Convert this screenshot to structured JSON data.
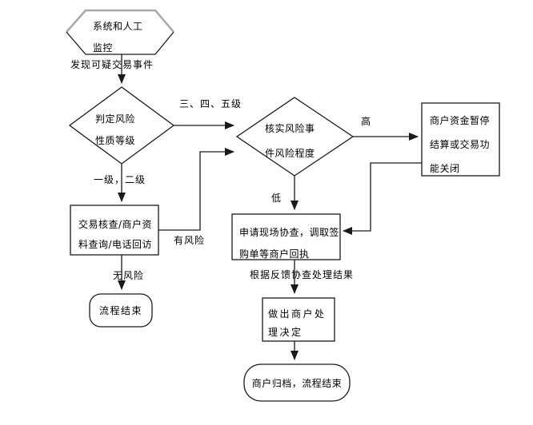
{
  "diagram": {
    "colors": {
      "background": "#ffffff",
      "line": "#1a1a1a",
      "hexagon_top_edge": "#a8a8a8",
      "text": "#000000",
      "shape_fill": "#ffffff"
    },
    "nodes": {
      "monitor": {
        "type": "hexagon",
        "lines": [
          "系统和人工",
          "监控"
        ]
      },
      "judge": {
        "type": "diamond",
        "lines": [
          "判定风险",
          "性质等级"
        ]
      },
      "verify": {
        "type": "diamond",
        "lines": [
          "核实风险事",
          "件风险程度"
        ]
      },
      "suspend": {
        "type": "process",
        "lines": [
          "商户资金暂停",
          "结算或交易功",
          "能关闭"
        ]
      },
      "check": {
        "type": "process",
        "lines": [
          "交易核查/商户资",
          "料查询/电话回访"
        ]
      },
      "onsite": {
        "type": "process",
        "lines": [
          "申请现场协查，调取签",
          "购单等商户回执"
        ]
      },
      "decision": {
        "type": "process",
        "lines": [
          "做出商户处",
          "理决定"
        ]
      },
      "end_left": {
        "type": "terminal",
        "label": "流程结束"
      },
      "end_bottom": {
        "type": "terminal",
        "label": "商户归档，流程结束"
      }
    },
    "edge_labels": {
      "detect": "发现可疑交易事件",
      "level_345": "三、四、五级",
      "level_12": "一级，二级",
      "high": "高",
      "low": "低",
      "has_risk": "有风险",
      "no_risk": "无风险",
      "feedback": "根据反馈协查处理结果"
    }
  }
}
